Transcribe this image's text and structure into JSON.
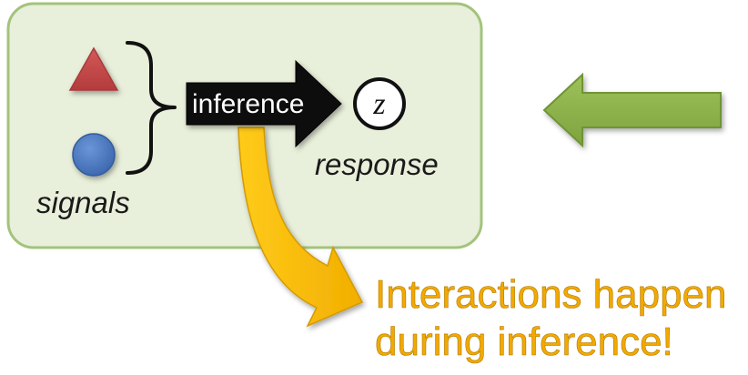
{
  "colors": {
    "panel_fill": "#e8efda",
    "panel_stroke": "#a3c37c",
    "triangle": "#c94b4b",
    "circle": "#4a78c0",
    "inference_arrow": "#111111",
    "output_circle_stroke": "#111111",
    "green_arrow": "#8cb14a",
    "yellow_arrow": "#f6b800",
    "callout_text": "#f2a900"
  },
  "icons": {
    "signal_1": "red-triangle",
    "signal_2": "blue-circle",
    "grouping": "curly-brace",
    "process_arrow": "black-right-arrow",
    "pointer_arrow": "green-left-arrow",
    "callout_arrow": "yellow-curved-arrow"
  },
  "diagram": {
    "signals_label": "signals",
    "inference_label": "inference",
    "output_symbol": "z",
    "response_label": "response"
  },
  "callout": {
    "line1": "Interactions happen",
    "line2": "during inference!"
  }
}
